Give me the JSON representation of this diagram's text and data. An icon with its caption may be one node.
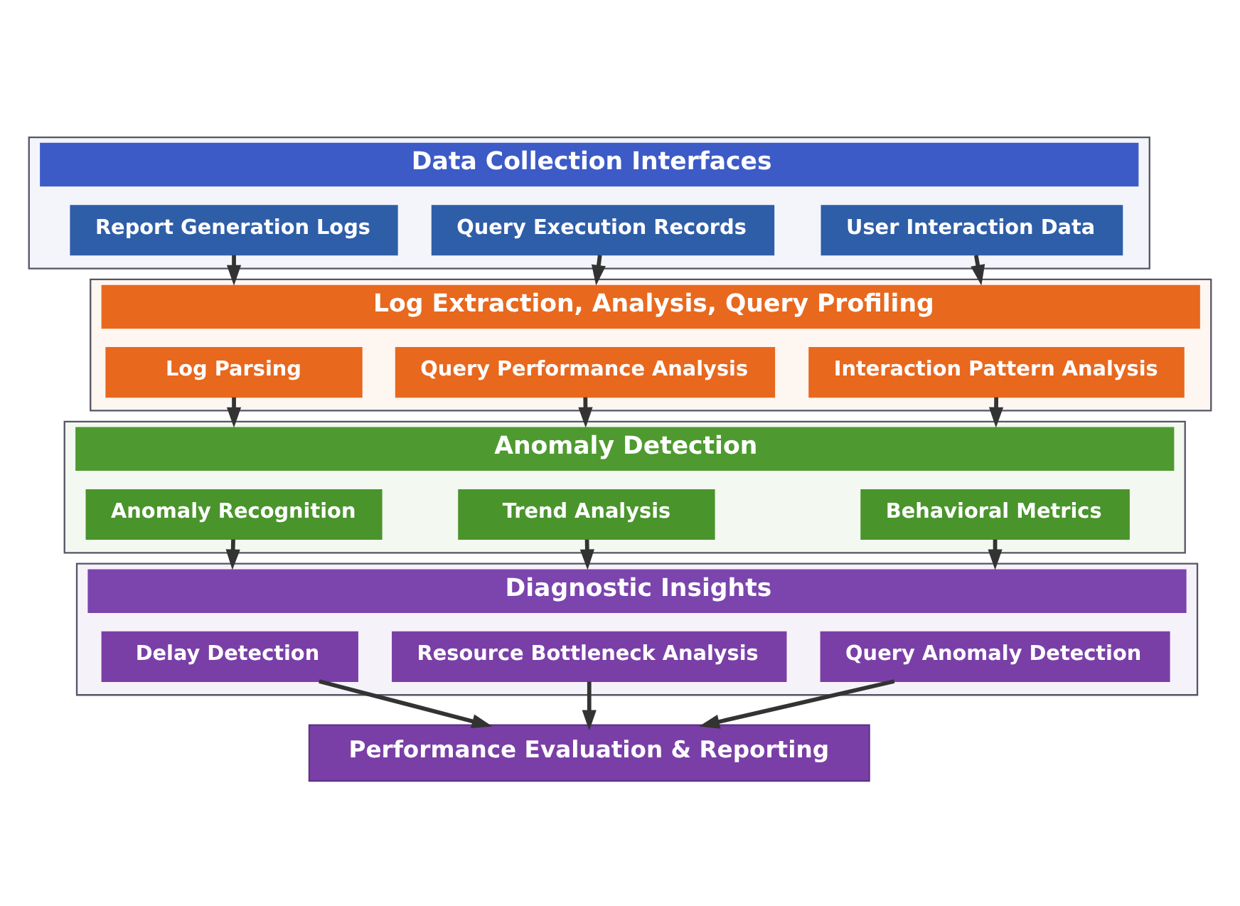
{
  "diagram": {
    "nodes": [
      {
        "text": [
          "Data Collection Interfaces"
        ]
      },
      {
        "text": [
          "Report Generation Logs"
        ],
        "in": 0
      },
      {
        "text": [
          "Query Execution Records"
        ],
        "in": 0
      },
      {
        "text": [
          "User Interaction Data"
        ],
        "in": 0
      },
      {
        "text": [
          "Log Extraction, Analysis, Query Profiling"
        ]
      },
      {
        "text": [
          "Log Parsing"
        ],
        "in": 4
      },
      {
        "text": [
          "Query Performance Analysis"
        ],
        "in": 4
      },
      {
        "text": [
          "Interaction Pattern Analysis"
        ],
        "in": 4
      },
      {
        "text": [
          "Anomaly Detection"
        ]
      },
      {
        "text": [
          "Anomaly Recognition"
        ],
        "in": 8
      },
      {
        "text": [
          "Trend Analysis"
        ],
        "in": 8
      },
      {
        "text": [
          "Behavioral Metrics"
        ],
        "in": 8
      },
      {
        "text": [
          "Diagnostic Insights"
        ]
      },
      {
        "text": [
          "Delay Detection"
        ],
        "in": 12
      },
      {
        "text": [
          "Resource Bottleneck Analysis"
        ],
        "in": 12
      },
      {
        "text": [
          "Query Anomaly Detection"
        ],
        "in": 12
      },
      {
        "text": [
          "Performance Evaluation & Reporting"
        ]
      }
    ],
    "edges": [
      {
        "from": 1,
        "to": 5,
        "arrow": "to"
      },
      {
        "from": 2,
        "to": 6,
        "arrow": "to"
      },
      {
        "from": 3,
        "to": 7,
        "arrow": "to"
      },
      {
        "from": 5,
        "to": 9,
        "arrow": "to"
      },
      {
        "from": 6,
        "to": 10,
        "arrow": "to"
      },
      {
        "from": 7,
        "to": 11,
        "arrow": "to"
      },
      {
        "from": 9,
        "to": 13,
        "arrow": "to"
      },
      {
        "from": 10,
        "to": 14,
        "arrow": "to"
      },
      {
        "from": 11,
        "to": 15,
        "arrow": "to"
      },
      {
        "from": 13,
        "to": 16,
        "arrow": "to"
      },
      {
        "from": 14,
        "to": 16,
        "arrow": "to"
      },
      {
        "from": 15,
        "to": 16,
        "arrow": "to"
      }
    ]
  }
}
